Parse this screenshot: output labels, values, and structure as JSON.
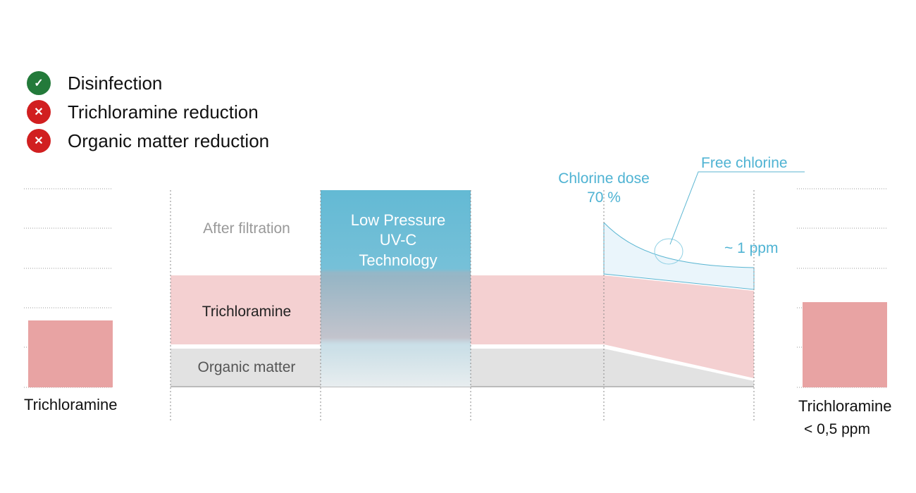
{
  "legend": [
    {
      "label": "Disinfection",
      "status": "check",
      "color": "#237a3a",
      "icon": "check-icon"
    },
    {
      "label": "Trichloramine reduction",
      "status": "cross",
      "color": "#d11f20",
      "icon": "cross-icon"
    },
    {
      "label": "Organic matter reduction",
      "status": "cross",
      "color": "#d11f20",
      "icon": "cross-icon"
    }
  ],
  "labels": {
    "after_filtration": "After filtration",
    "trichloramine": "Trichloramine",
    "organic_matter": "Organic matter",
    "uv_line1": "Low Pressure",
    "uv_line2": "UV-C",
    "uv_line3": "Technology",
    "chlorine_dose": "Chlorine dose",
    "chlorine_pct": "70 %",
    "free_chlorine": "Free chlorine",
    "ppm": "~ 1 ppm",
    "left_bar": "Trichloramine",
    "right_bar": "Trichloramine",
    "right_value": "< 0,5  ppm"
  },
  "colors": {
    "blue": "#4fb3d3",
    "pink": "#f4d0d1",
    "bar": "#e8a3a3",
    "gray": "#e2e2e2"
  }
}
